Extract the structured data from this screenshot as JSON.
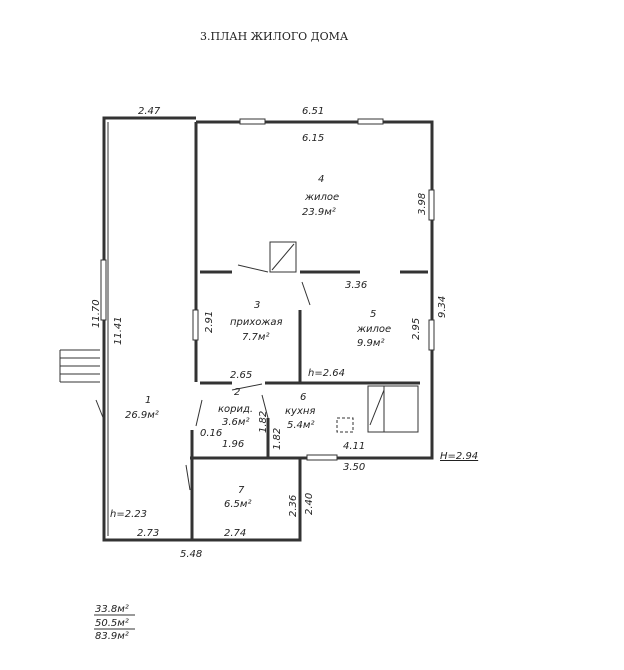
{
  "title": "3.ПЛАН ЖИЛОГО ДОМА",
  "rooms": [
    {
      "num": "1",
      "name": "",
      "area": "26.9м²"
    },
    {
      "num": "2",
      "name": "корид.",
      "area": "3.6м²"
    },
    {
      "num": "3",
      "name": "прихожая",
      "area": "7.7м²"
    },
    {
      "num": "4",
      "name": "жилое",
      "area": "23.9м²"
    },
    {
      "num": "5",
      "name": "жилое",
      "area": "9.9м²"
    },
    {
      "num": "6",
      "name": "кухня",
      "area": "5.4м²"
    },
    {
      "num": "7",
      "name": "",
      "area": "6.5м²"
    }
  ],
  "dimensions": {
    "d247": "2.47",
    "d651": "6.51",
    "d615": "6.15",
    "d398": "3.98",
    "d336": "3.36",
    "d934": "9.34",
    "d1170": "11.70",
    "d1141": "11.41",
    "d291": "2.91",
    "d295": "2.95",
    "d265": "2.65",
    "d016": "0.16",
    "d196": "1.96",
    "d182a": "1.82",
    "d182b": "1.82",
    "d411": "4.11",
    "d350": "3.50",
    "d236": "2.36",
    "d240": "2.40",
    "d273": "2.73",
    "d274": "2.74",
    "d548": "5.48"
  },
  "heights": {
    "h264": "h=2.64",
    "h223": "h=2.23",
    "H294": "H=2.94"
  },
  "totals": [
    "33.8м²",
    "50.5м²",
    "83.9м²"
  ]
}
